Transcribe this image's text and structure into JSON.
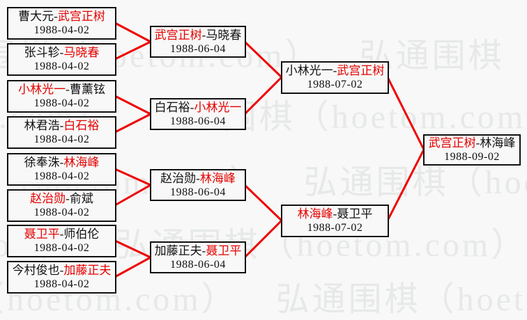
{
  "separator": "-",
  "watermark": {
    "text": "弘通围棋（hoetom.com）",
    "color": "#e6e9e7"
  },
  "colors": {
    "winner_red": "#e60000",
    "line_red": "#ee0000",
    "border_black": "#111111",
    "background": "#f7f8f7"
  },
  "bracket": {
    "round1": [
      {
        "p1": "曹大元",
        "p2": "武宫正树",
        "p1_win": false,
        "p2_win": true,
        "date": "1988-04-02"
      },
      {
        "p1": "张斗轸",
        "p2": "马晓春",
        "p1_win": false,
        "p2_win": true,
        "date": "1988-04-02"
      },
      {
        "p1": "小林光一",
        "p2": "曹薰铉",
        "p1_win": true,
        "p2_win": false,
        "date": "1988-04-02"
      },
      {
        "p1": "林君浩",
        "p2": "白石裕",
        "p1_win": false,
        "p2_win": true,
        "date": "1988-04-02"
      },
      {
        "p1": "徐奉洙",
        "p2": "林海峰",
        "p1_win": false,
        "p2_win": true,
        "date": "1988-04-02"
      },
      {
        "p1": "赵治勋",
        "p2": "俞斌",
        "p1_win": true,
        "p2_win": false,
        "date": "1988-04-02"
      },
      {
        "p1": "聂卫平",
        "p2": "师伯伦",
        "p1_win": true,
        "p2_win": false,
        "date": "1988-04-02"
      },
      {
        "p1": "今村俊也",
        "p2": "加藤正夫",
        "p1_win": false,
        "p2_win": true,
        "date": "1988-04-02"
      }
    ],
    "round2": [
      {
        "p1": "武宫正树",
        "p2": "马晓春",
        "p1_win": true,
        "p2_win": false,
        "date": "1988-06-04"
      },
      {
        "p1": "白石裕",
        "p2": "小林光一",
        "p1_win": false,
        "p2_win": true,
        "date": "1988-06-04"
      },
      {
        "p1": "赵治勋",
        "p2": "林海峰",
        "p1_win": false,
        "p2_win": true,
        "date": "1988-06-04"
      },
      {
        "p1": "加藤正夫",
        "p2": "聂卫平",
        "p1_win": false,
        "p2_win": true,
        "date": "1988-06-04"
      }
    ],
    "semifinals": [
      {
        "p1": "小林光一",
        "p2": "武宫正树",
        "p1_win": false,
        "p2_win": true,
        "date": "1988-07-02"
      },
      {
        "p1": "林海峰",
        "p2": "聂卫平",
        "p1_win": true,
        "p2_win": false,
        "date": "1988-07-02"
      }
    ],
    "final": [
      {
        "p1": "武宫正树",
        "p2": "林海峰",
        "p1_win": true,
        "p2_win": false,
        "date": "1988-09-02"
      }
    ]
  }
}
